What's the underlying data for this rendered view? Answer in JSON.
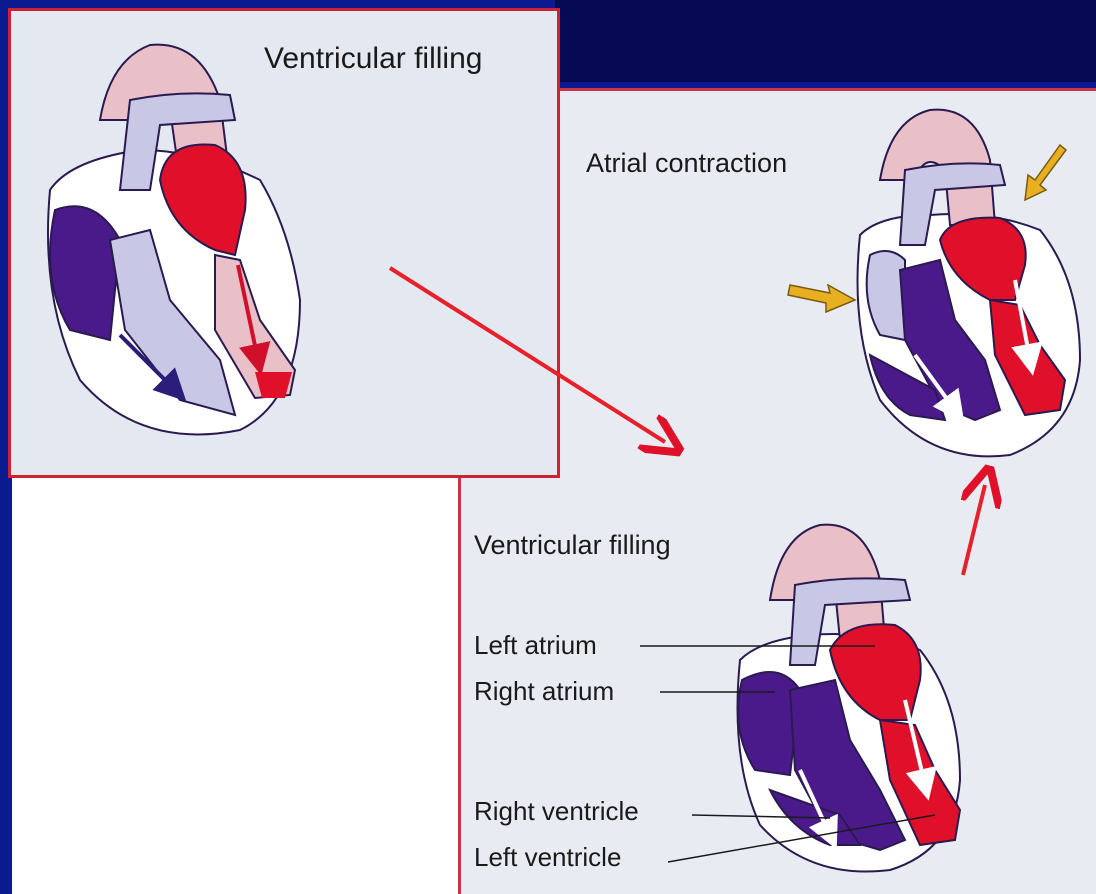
{
  "labels": {
    "inset_title": "Ventricular filling",
    "atrial_contraction": "Atrial contraction",
    "ventricular_filling": "Ventricular filling",
    "left_atrium": "Left atrium",
    "right_atrium": "Right atrium",
    "right_ventricle": "Right ventricle",
    "left_ventricle": "Left ventricle"
  },
  "colors": {
    "slide_background": "#0b1a8f",
    "oxygenated_blood": "#e0102a",
    "deoxygenated_blood": "#4a1a8a",
    "aorta": "#e9c0c8",
    "pulmonary_vessels": "#c8c8e6",
    "pressure_arrow": "#e8b020",
    "sequence_arrow": "#e8202a"
  }
}
